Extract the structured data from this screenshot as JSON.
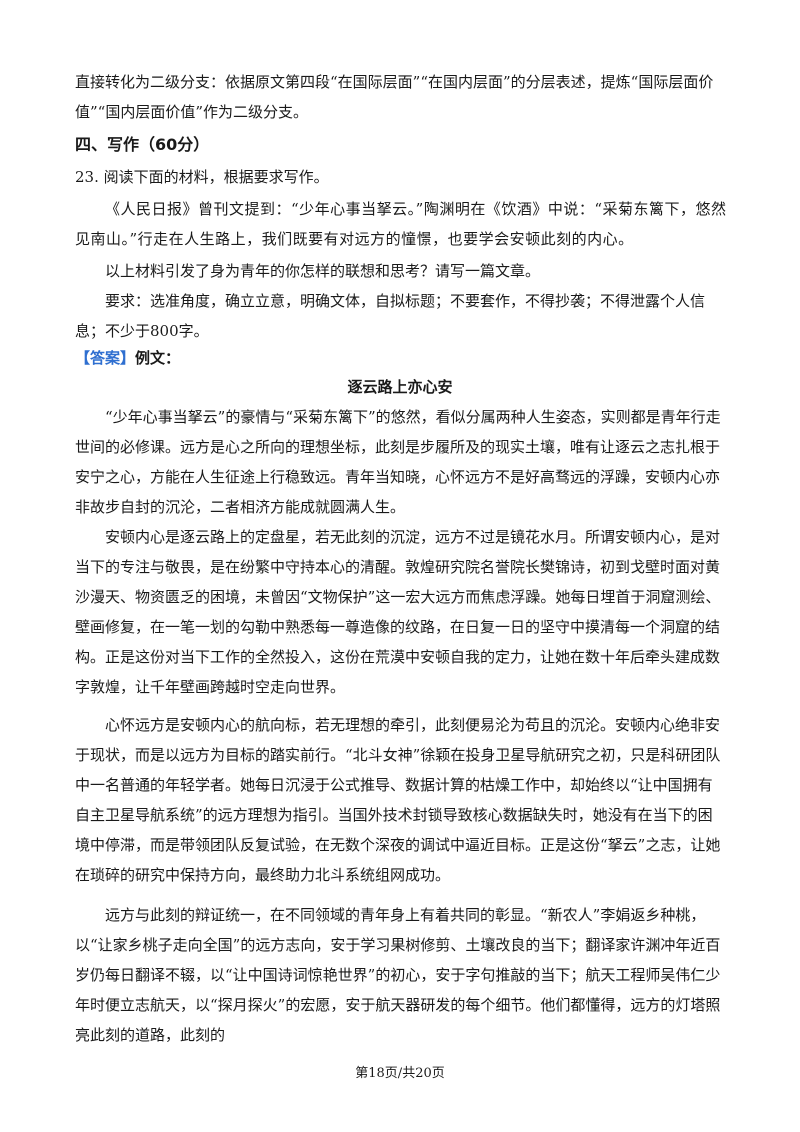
{
  "intro_text": "直接转化为二级分支：依据原文第四段“在国际层面”“在国内层面”的分层表述，提炼“国际层面价值”“国内层面价值”作为二级分支。",
  "section_heading": "四、写作（60分）",
  "question": {
    "number_prompt": "23. 阅读下面的材料，根据要求写作。",
    "material": "《人民日报》曾刊文提到：“少年心事当拏云。”陶渊明在《饮酒》中说：“采菊东篱下，悠然见南山。”行走在人生路上，我们既要有对远方的憧憬，也要学会安顿此刻的内心。",
    "prompt": "以上材料引发了身为青年的你怎样的联想和思考？请写一篇文章。",
    "requirements": "要求：选准角度，确立立意，明确文体，自拟标题；不要套作，不得抄袭；不得泄露个人信息；不少于800字。"
  },
  "answer": {
    "tag": "【答案】",
    "label": "例文：",
    "essay_title": "逐云路上亦心安",
    "paragraphs": [
      "“少年心事当拏云”的豪情与“采菊东篱下”的悠然，看似分属两种人生姿态，实则都是青年行走世间的必修课。远方是心之所向的理想坐标，此刻是步履所及的现实土壤，唯有让逐云之志扎根于安宁之心，方能在人生征途上行稳致远。青年当知晓，心怀远方不是好高骛远的浮躁，安顿内心亦非故步自封的沉沦，二者相济方能成就圆满人生。",
      "安顿内心是逐云路上的定盘星，若无此刻的沉淀，远方不过是镜花水月。所谓安顿内心，是对当下的专注与敬畏，是在纷繁中守持本心的清醒。敦煌研究院名誉院长樊锦诗，初到戈壁时面对黄沙漫天、物资匮乏的困境，未曾因“文物保护”这一宏大远方而焦虑浮躁。她每日埋首于洞窟测绘、壁画修复，在一笔一划的勾勒中熟悉每一尊造像的纹路，在日复一日的坚守中摸清每一个洞窟的结构。正是这份对当下工作的全然投入，这份在荒漠中安顿自我的定力，让她在数十年后牵头建成数字敦煌，让千年壁画跨越时空走向世界。",
      "心怀远方是安顿内心的航向标，若无理想的牵引，此刻便易沦为苟且的沉沦。安顿内心绝非安于现状，而是以远方为目标的踏实前行。“北斗女神”徐颖在投身卫星导航研究之初，只是科研团队中一名普通的年轻学者。她每日沉浸于公式推导、数据计算的枯燥工作中，却始终以“让中国拥有自主卫星导航系统”的远方理想为指引。当国外技术封锁导致核心数据缺失时，她没有在当下的困境中停滞，而是带领团队反复试验，在无数个深夜的调试中逼近目标。正是这份“拏云”之志，让她在琐碎的研究中保持方向，最终助力北斗系统组网成功。",
      "远方与此刻的辩证统一，在不同领域的青年身上有着共同的彰显。“新农人”李娟返乡种桃，以“让家乡桃子走向全国”的远方志向，安于学习果树修剪、土壤改良的当下；翻译家许渊冲年近百岁仍每日翻译不辍，以“让中国诗词惊艳世界”的初心，安于字句推敲的当下；航天工程师吴伟仁少年时便立志航天，以“探月探火”的宏愿，安于航天器研发的每个细节。他们都懂得，远方的灯塔照亮此刻的道路，此刻的"
    ]
  },
  "footer": "第18页/共20页"
}
